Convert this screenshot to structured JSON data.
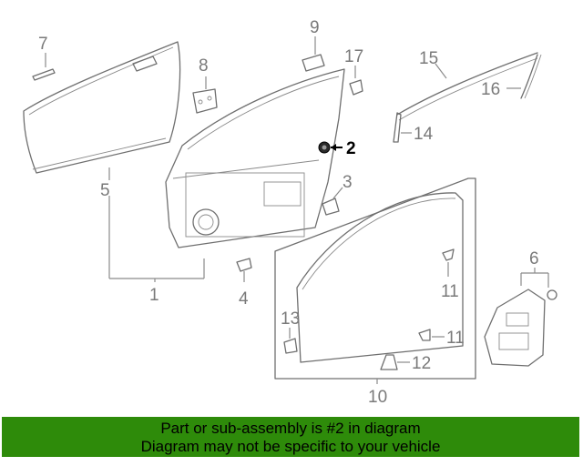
{
  "diagram": {
    "callouts": {
      "c1": "1",
      "c2": "2",
      "c3": "3",
      "c4": "4",
      "c5": "5",
      "c6": "6",
      "c7": "7",
      "c8": "8",
      "c9": "9",
      "c10": "10",
      "c11a": "11",
      "c11b": "11",
      "c12": "12",
      "c13": "13",
      "c14": "14",
      "c15": "15",
      "c16": "16",
      "c17": "17"
    },
    "highlight_part": "2",
    "highlight_color": "#000000",
    "line_color": "#6f6f6f"
  },
  "banner": {
    "line1": "Part or sub-assembly is #2 in diagram",
    "line2": "Diagram may not be specific to your vehicle",
    "background": "#2e8b0a"
  }
}
